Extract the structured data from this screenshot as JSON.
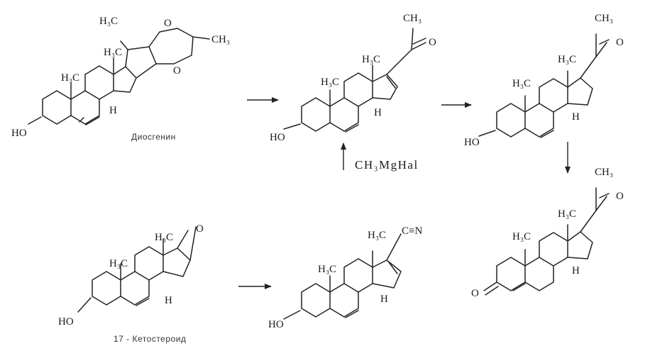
{
  "captions": {
    "diosgenin": "Диосгенин",
    "ketosteroid": "17 - Кетостероид"
  },
  "reagent": "CH₃MgHal",
  "labels": {
    "h3c": "H₃C",
    "ch3": "CH₃",
    "h": "H",
    "ho": "HO",
    "o": "O",
    "cn": "C≡N"
  }
}
